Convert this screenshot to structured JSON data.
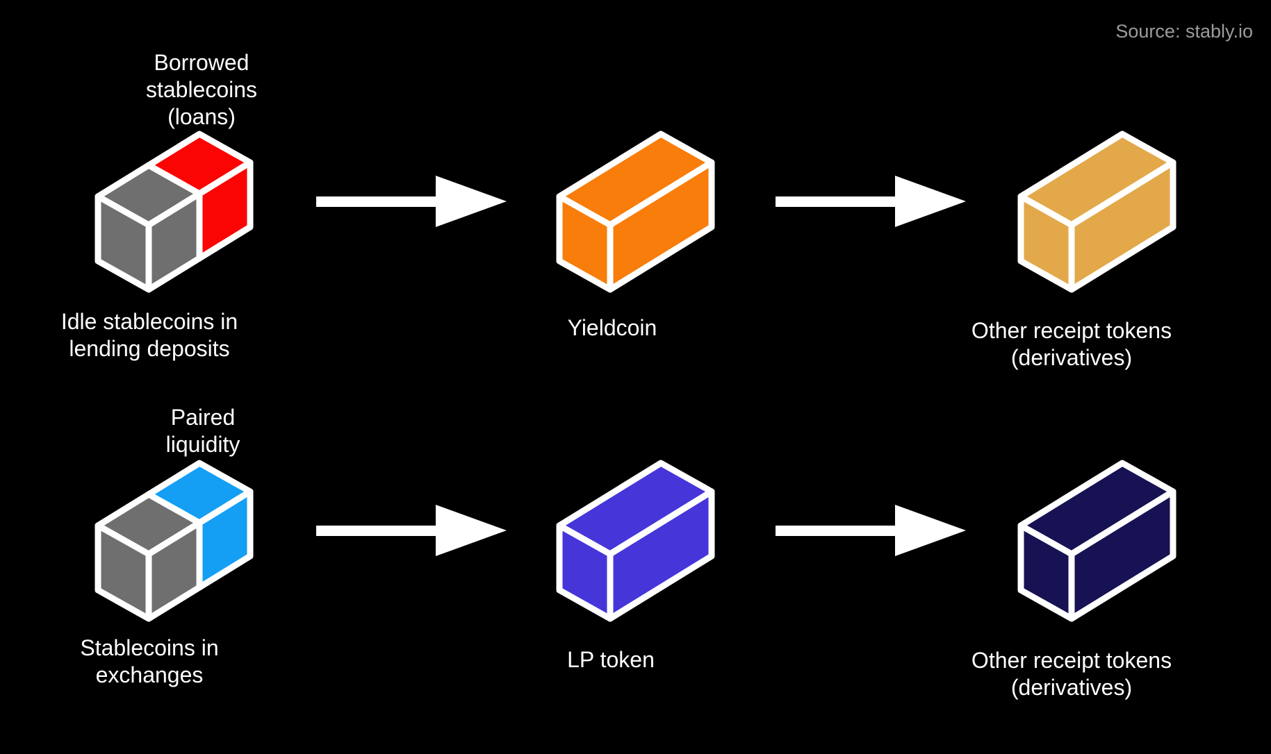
{
  "source_credit": "Source: stably.io",
  "colors": {
    "background": "#000000",
    "text": "#ffffff",
    "muted_text": "#9c9c9c",
    "block_outline": "#ffffff",
    "arrow": "#ffffff"
  },
  "flows": [
    {
      "input": {
        "title_lines": [
          "Borrowed",
          "stablecoins",
          "(loans)"
        ],
        "caption_lines": [
          "Idle stablecoins in",
          "lending deposits"
        ],
        "base_color": "#6f6f6f",
        "accent_color": "#fb0404"
      },
      "token": {
        "label": "Yieldcoin",
        "color": "#f87d0b"
      },
      "receipt": {
        "caption_lines": [
          "Other receipt tokens",
          "(derivatives)"
        ],
        "color": "#e3a84a"
      }
    },
    {
      "input": {
        "title_lines": [
          "Paired",
          "liquidity"
        ],
        "caption_lines": [
          "Stablecoins in",
          "exchanges"
        ],
        "base_color": "#6f6f6f",
        "accent_color": "#149ff4"
      },
      "token": {
        "label": "LP token",
        "color": "#4636d9"
      },
      "receipt": {
        "caption_lines": [
          "Other receipt tokens",
          "(derivatives)"
        ],
        "color": "#161253"
      }
    }
  ]
}
